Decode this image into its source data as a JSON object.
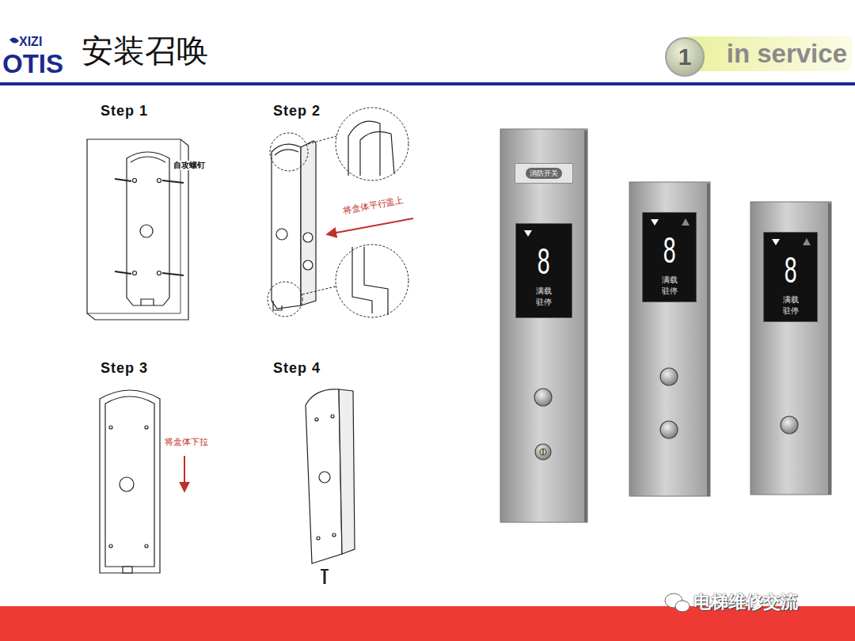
{
  "diagram": {
    "title": "安装召唤",
    "nodes": [
      {
        "text": [
          "in service"
        ]
      },
      {
        "text": [
          "1"
        ]
      },
      {
        "text": [
          "消防开关"
        ]
      },
      {
        "text": [
          "8",
          "满载 驻停"
        ]
      },
      {
        "text": [
          "8",
          "满载 驻停"
        ]
      },
      {
        "text": [
          "8",
          "满载 驻停"
        ]
      }
    ],
    "labels": [
      "XIZI",
      "OTIS",
      "Step 1",
      "自攻螺钉",
      "Step 2",
      "将盒体平行盖上",
      "Step 3",
      "将盒体下拉",
      "Step 4",
      "电梯维修交流"
    ]
  }
}
